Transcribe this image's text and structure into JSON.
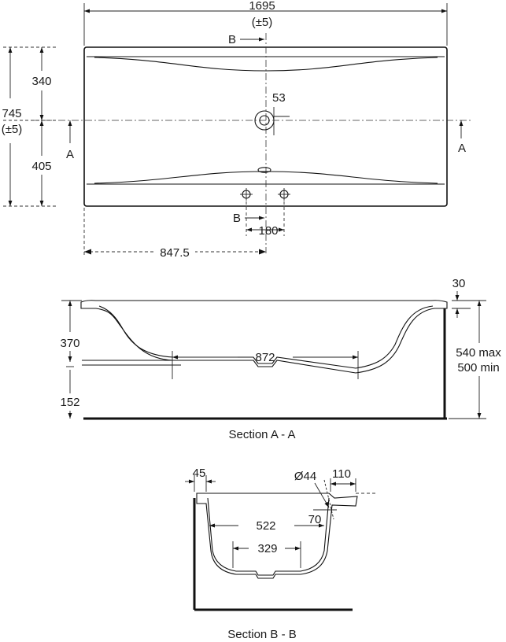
{
  "plan": {
    "overall_length": "1695",
    "length_tolerance": "(±5)",
    "overall_width": "745",
    "width_tolerance": "(±5)",
    "upper_width": "340",
    "lower_width": "405",
    "waste_diameter": "53",
    "tap_spacing": "180",
    "waste_offset": "847.5",
    "section_a_marker": "A",
    "section_b_marker": "B"
  },
  "section_a": {
    "title": "Section A - A",
    "depth": "370",
    "base_length": "872",
    "base_height": "152",
    "rim_thickness": "30",
    "height_max": "540 max",
    "height_min": "500 min"
  },
  "section_b": {
    "title": "Section B - B",
    "left_rim": "45",
    "overflow_diameter": "Ø44",
    "right_rim": "110",
    "overflow_offset": "70",
    "top_width": "522",
    "base_width": "329"
  }
}
